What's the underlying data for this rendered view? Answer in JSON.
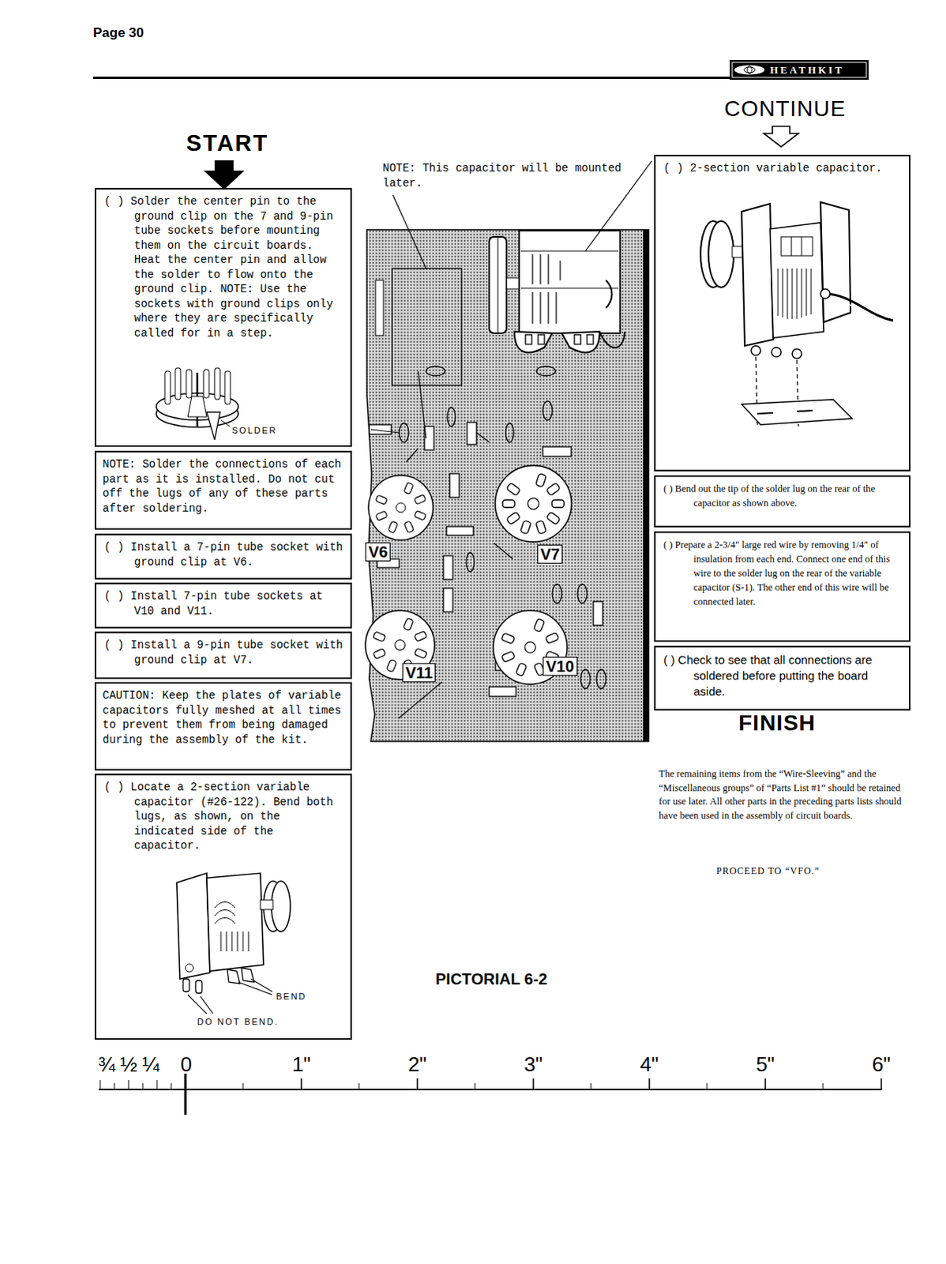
{
  "diagram": {
    "caption": "PICTORIAL 6-2",
    "nodes": [
      {
        "text": [
          "( ) Solder the center pin to the ground clip on the 7 and 9-pin tube sockets before mounting them on the circuit boards. Heat the center pin and allow the solder to flow onto the ground clip. NOTE: Use the sockets with ground clips only where they are specifically called for in a step.",
          "SOLDER"
        ]
      },
      {
        "text": [
          "NOTE: Solder the connections of each part as it is installed. Do not cut off the lugs of any of these parts after soldering."
        ]
      },
      {
        "text": [
          "( ) Install a 7-pin tube socket with ground clip at V6."
        ]
      },
      {
        "text": [
          "( ) Install 7-pin tube sockets at V10 and V11."
        ]
      },
      {
        "text": [
          "( ) Install a 9-pin tube socket with ground clip at V7."
        ]
      },
      {
        "text": [
          "CAUTION: Keep the plates of variable capacitors fully meshed at all times to prevent them from being damaged during the assembly of the kit."
        ]
      },
      {
        "text": [
          "( ) Locate a 2-section variable capacitor (#26-122). Bend both lugs, as shown, on the indicated side of the capacitor.",
          "BEND",
          "DO NOT BEND."
        ]
      },
      {
        "text": [
          "( ) 2-section variable capacitor."
        ]
      },
      {
        "text": [
          "( ) Bend out the tip of the solder lug on the rear of the capacitor as shown above."
        ]
      },
      {
        "text": [
          "( ) Prepare a 2-3/4\" large red wire by removing 1/4\" of insulation from each end. Connect one end of this wire to the solder lug on the rear of the variable capacitor (S-1). The other end of this wire will be connected later."
        ]
      },
      {
        "text": [
          "( ) Check to see that all connections are soldered before putting the board aside."
        ]
      }
    ],
    "labels": [
      "Page 30",
      "HEATHKIT",
      "START",
      "CONTINUE",
      "NOTE: This capacitor will be mounted later.",
      "V6",
      "V7",
      "V11",
      "V10",
      "FINISH",
      "The remaining items from the “Wire-Sleeving” and the “Miscellaneous groups” of “Parts List #1” should be retained for use later. All other parts in the preceding parts lists should have been used in the assembly of circuit boards.",
      "PROCEED TO “VFO.”",
      "¾",
      "½",
      "¼",
      "0",
      "1\"",
      "2\"",
      "3\"",
      "4\"",
      "5\"",
      "6\""
    ]
  }
}
